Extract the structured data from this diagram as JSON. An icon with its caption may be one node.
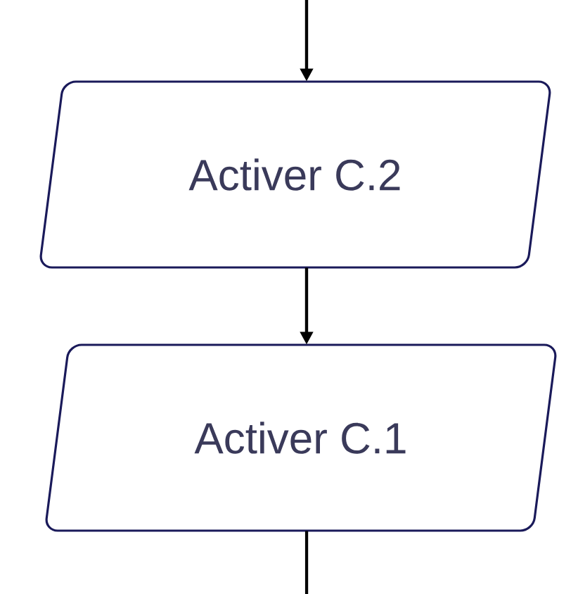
{
  "diagram": {
    "nodes": [
      {
        "text": [
          "Activer C.2"
        ]
      },
      {
        "text": [
          "Activer C.1"
        ]
      }
    ],
    "edges": [
      {
        "from": null,
        "to": 0,
        "arrow": "to"
      },
      {
        "from": 0,
        "to": 1,
        "arrow": "to"
      },
      {
        "from": 1,
        "to": null,
        "arrow": "none"
      }
    ]
  }
}
